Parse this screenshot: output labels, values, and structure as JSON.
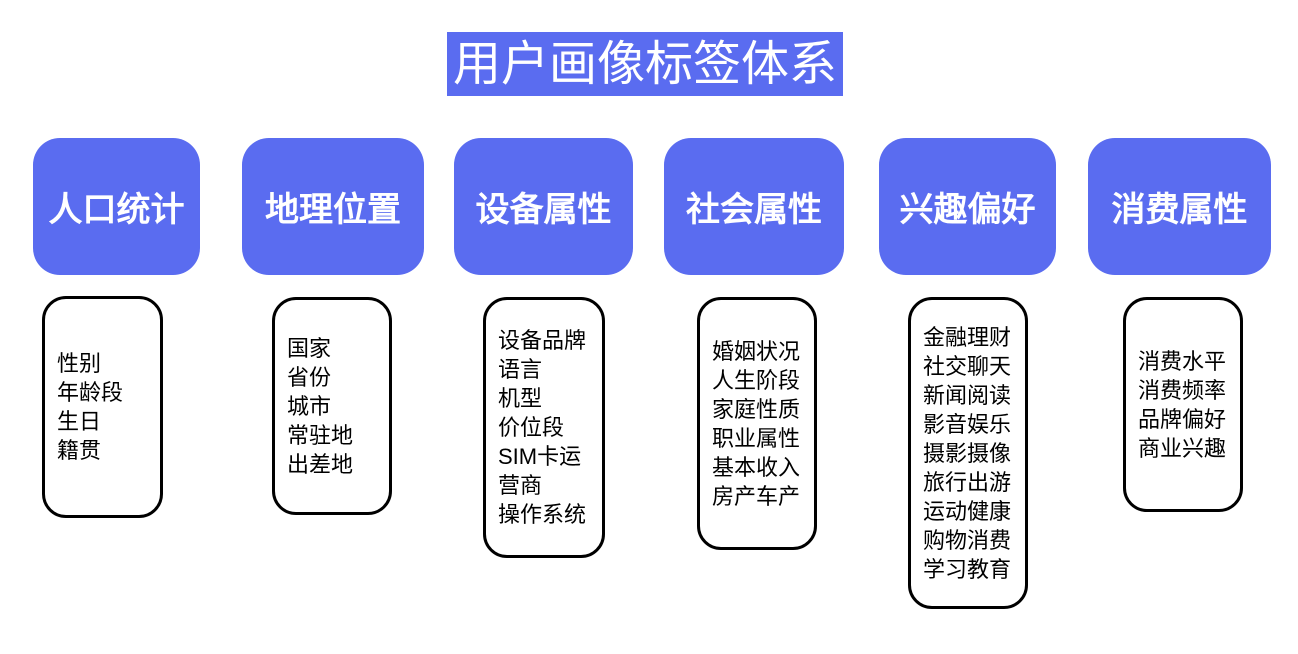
{
  "title": "用户画像标签体系",
  "colors": {
    "accent_blue": "#5a6cf0",
    "box_border": "#000000",
    "header_text": "#ffffff",
    "list_text": "#000000",
    "background": "#ffffff"
  },
  "columns": [
    {
      "id": "demographics",
      "header": "人口统计",
      "lines": [
        "性别",
        "年龄段",
        "生日",
        "籍贯"
      ]
    },
    {
      "id": "geo-location",
      "header": "地理位置",
      "lines": [
        "国家",
        "省份",
        "城市",
        "常驻地",
        "出差地"
      ]
    },
    {
      "id": "device-attributes",
      "header": "设备属性",
      "lines": [
        "设备品牌",
        "语言",
        "机型",
        "价位段",
        "SIM卡运",
        "营商",
        "操作系统"
      ]
    },
    {
      "id": "social-attributes",
      "header": "社会属性",
      "lines": [
        "婚姻状况",
        "人生阶段",
        "家庭性质",
        "职业属性",
        "基本收入",
        "房产车产"
      ]
    },
    {
      "id": "interest-preferences",
      "header": "兴趣偏好",
      "lines": [
        "金融理财",
        "社交聊天",
        "新闻阅读",
        "影音娱乐",
        "摄影摄像",
        "旅行出游",
        "运动健康",
        "购物消费",
        "学习教育"
      ]
    },
    {
      "id": "consumption-attributes",
      "header": "消费属性",
      "lines": [
        "消费水平",
        "消费频率",
        "品牌偏好",
        "商业兴趣"
      ]
    }
  ]
}
